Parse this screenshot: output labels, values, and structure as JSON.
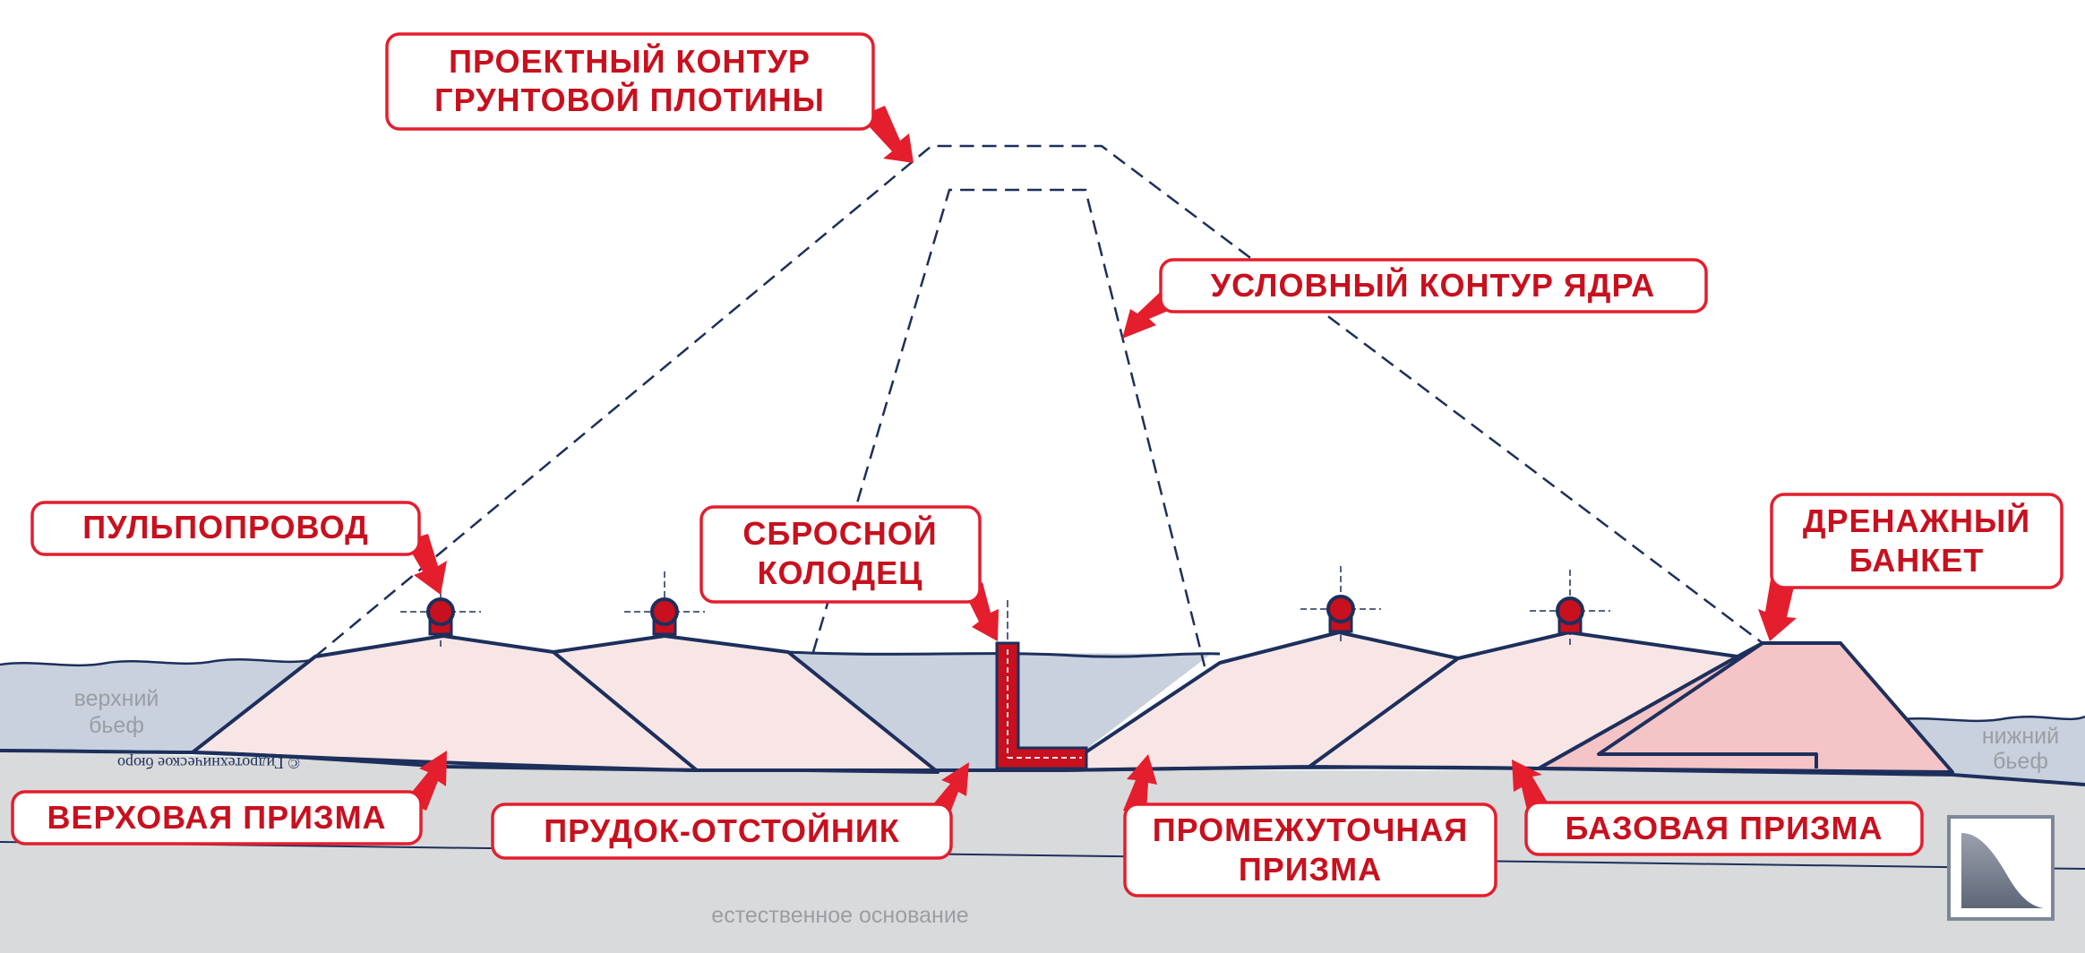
{
  "labels": {
    "project_contour_1": "ПРОЕКТНЫЙ КОНТУР",
    "project_contour_2": "ГРУНТОВОЙ ПЛОТИНЫ",
    "core_contour": "УСЛОВНЫЙ КОНТУР ЯДРА",
    "pipeline": "ПУЛЬПОПРОВОД",
    "spillway_1": "СБРОСНОЙ",
    "spillway_2": "КОЛОДЕЦ",
    "drain_1": "ДРЕНАЖНЫЙ",
    "drain_2": "БАНКЕТ",
    "upstream_prism": "ВЕРХОВАЯ ПРИЗМА",
    "settling_pond": "ПРУДОК-ОТСТОЙНИК",
    "intermediate_1": "ПРОМЕЖУТОЧНАЯ",
    "intermediate_2": "ПРИЗМА",
    "base_prism": "БАЗОВАЯ ПРИЗМА"
  },
  "annotations": {
    "upper_pool_1": "верхний",
    "upper_pool_2": "бьеф",
    "lower_pool_1": "нижний",
    "lower_pool_2": "бьеф",
    "foundation": "естественное основание",
    "copyright": "© Гидротехническое бюро"
  },
  "colors": {
    "accent_red": "#e41e2d",
    "label_red": "#c8101e",
    "navy": "#1d2f5c",
    "water": "#c9d1de",
    "ground": "#d9dadb",
    "prism": "#f8e6e6",
    "drain": "#f4c4c6"
  },
  "icons": {
    "logo": "slope-logo-icon"
  }
}
